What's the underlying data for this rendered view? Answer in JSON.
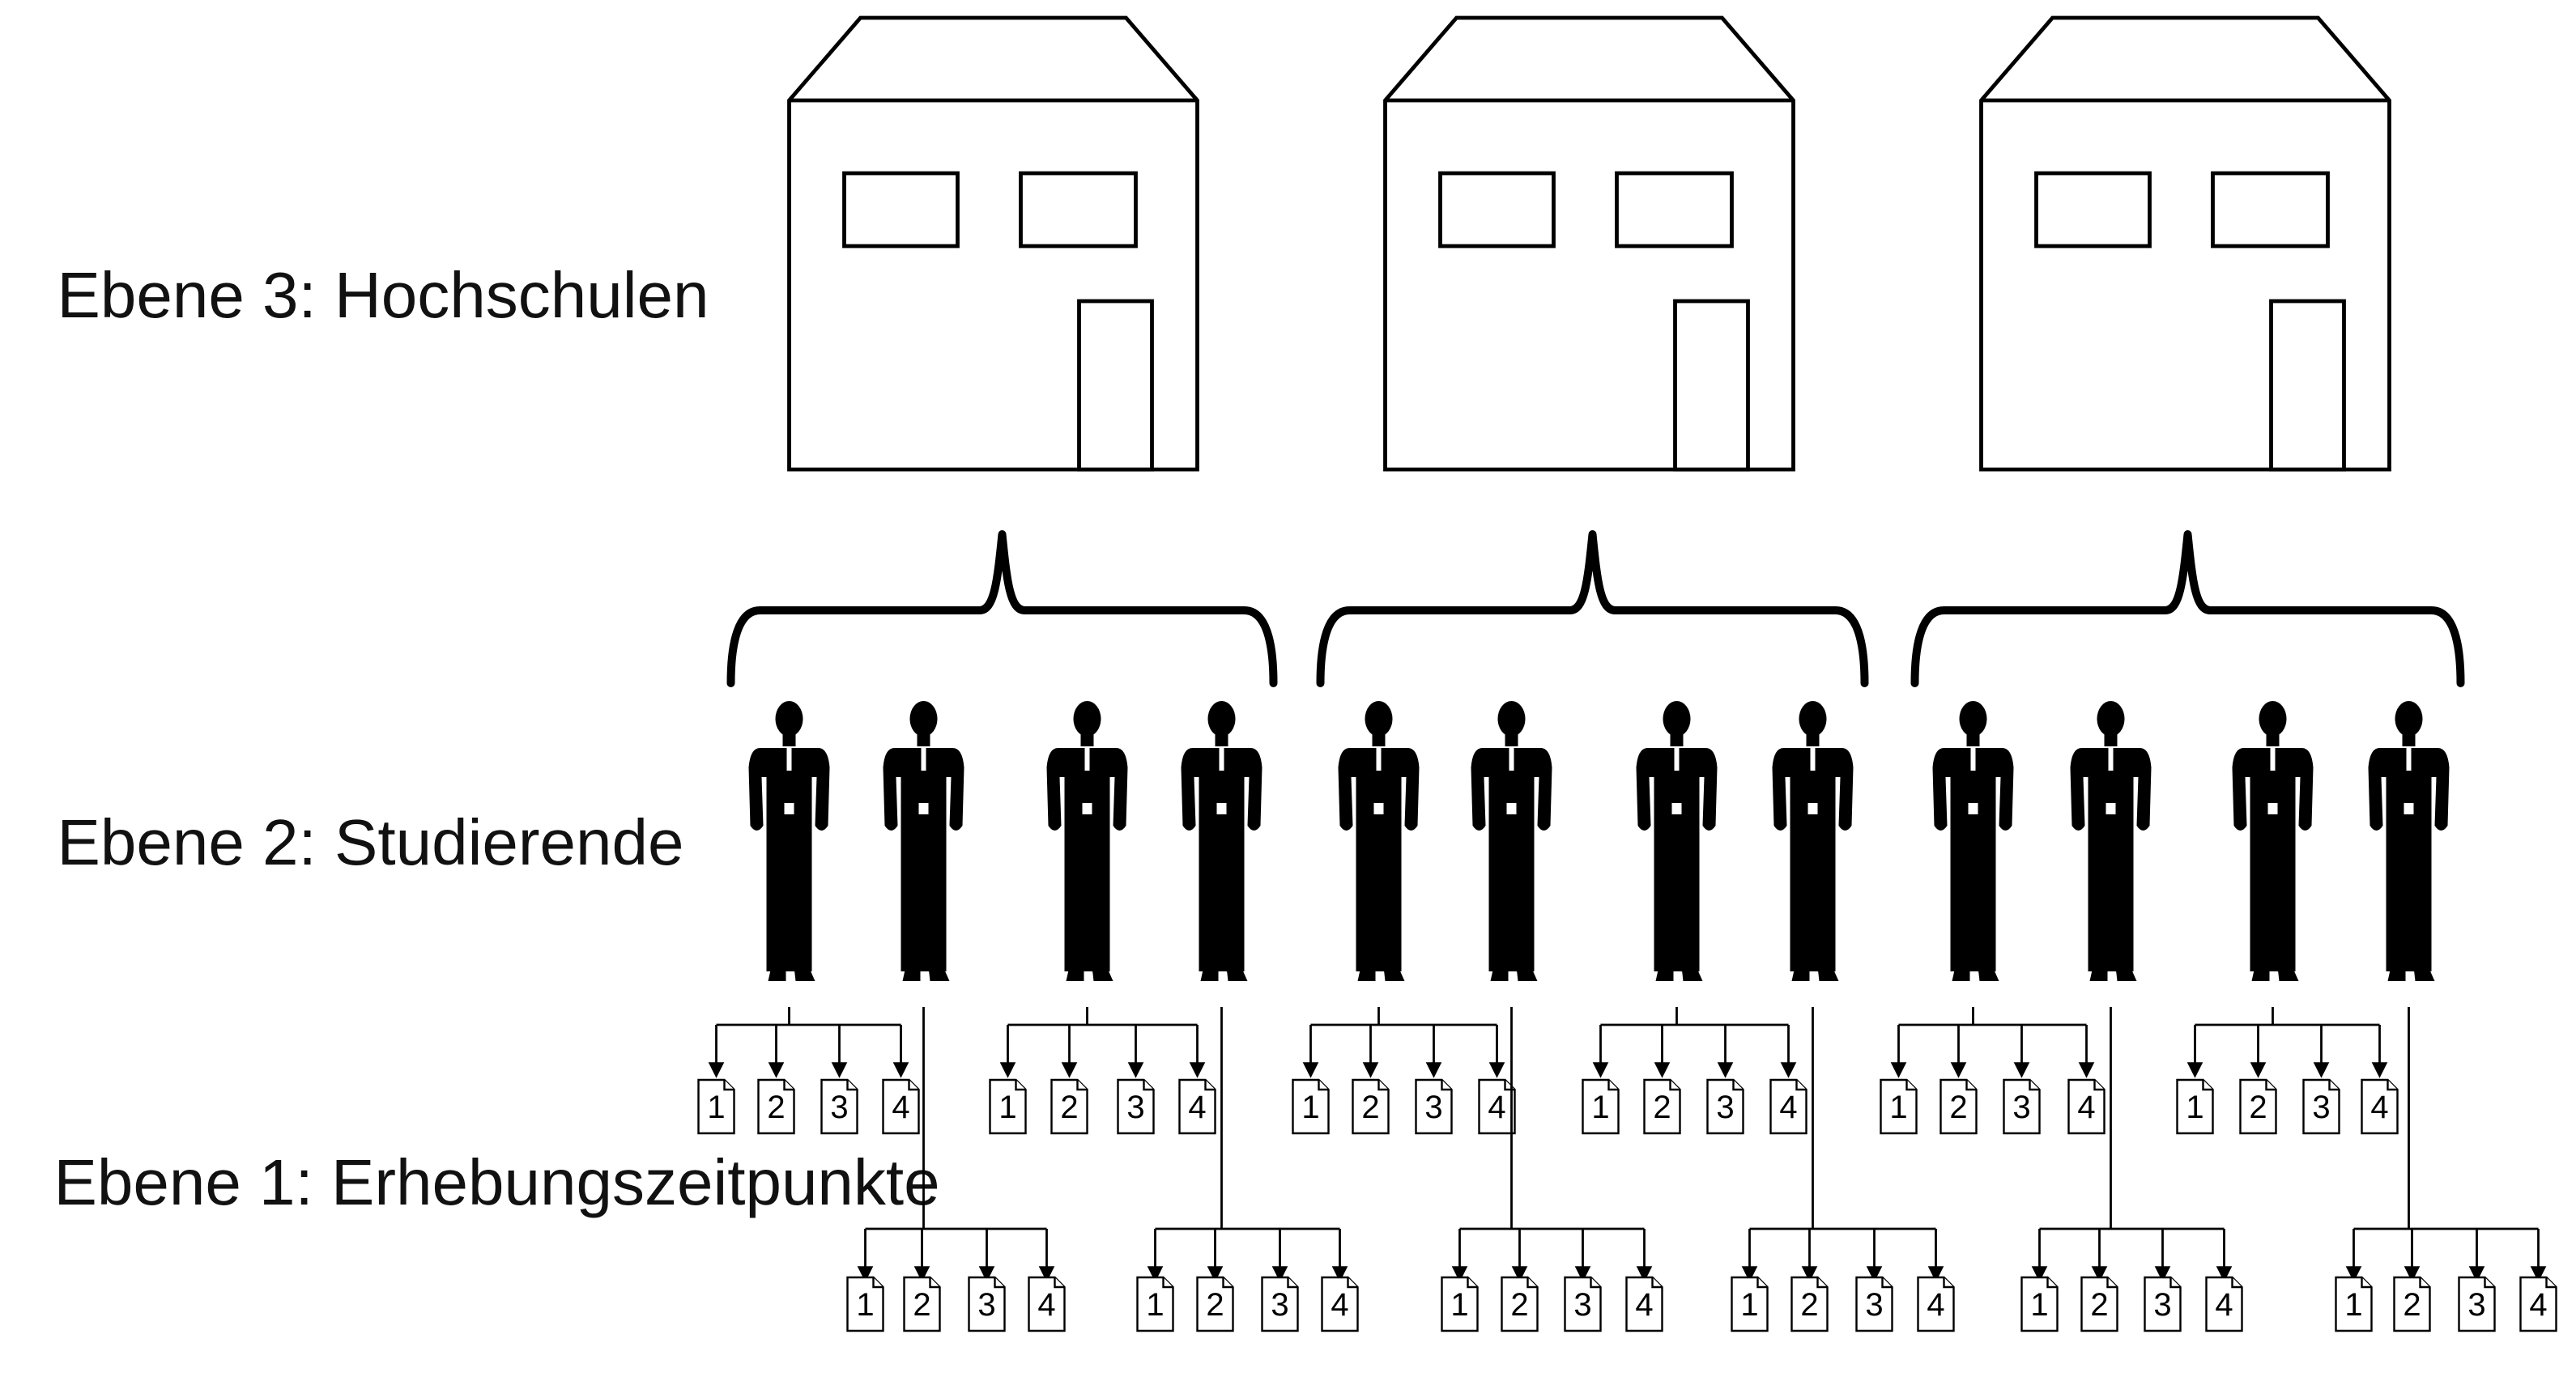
{
  "levels": {
    "level3": "Ebene 3: Hochschulen",
    "level2": "Ebene 2: Studierende",
    "level1": "Ebene 1: Erhebungszeitpunkte"
  },
  "institutions": [
    {
      "students": 4
    },
    {
      "students": 4
    },
    {
      "students": 4
    }
  ],
  "measurement_points": [
    "1",
    "2",
    "3",
    "4"
  ],
  "icons": {
    "institution": "house-icon",
    "student": "person-silhouette-icon",
    "measurement": "document-icon",
    "arrow": "arrow-down-icon"
  },
  "colors": {
    "ink": "#000000",
    "background": "#ffffff"
  }
}
